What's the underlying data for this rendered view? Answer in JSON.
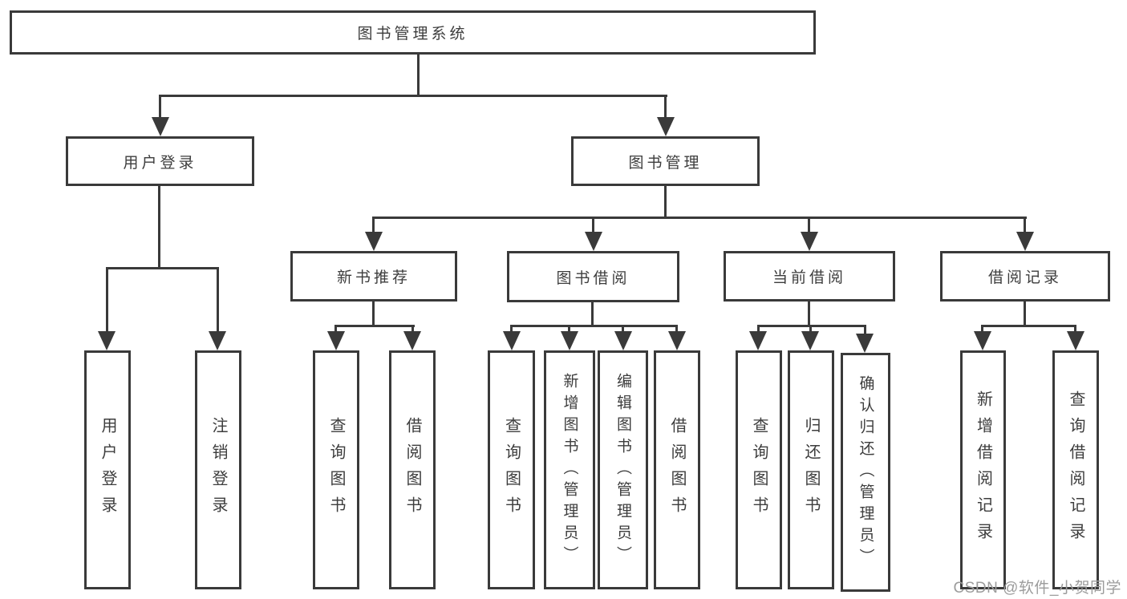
{
  "colors": {
    "line": "#3a3a3a",
    "text": "#3d3d3d",
    "watermark": "#9c9c9c",
    "background": "#ffffff"
  },
  "tree": {
    "root": "图书管理系统",
    "children": [
      {
        "label": "用户登录",
        "children": [
          "用户登录",
          "注销登录"
        ]
      },
      {
        "label": "图书管理",
        "children": [
          {
            "label": "新书推荐",
            "children": [
              "查询图书",
              "借阅图书"
            ]
          },
          {
            "label": "图书借阅",
            "children": [
              "查询图书",
              "新增图书（管理员）",
              "编辑图书（管理员）",
              "借阅图书"
            ]
          },
          {
            "label": "当前借阅",
            "children": [
              "查询图书",
              "归还图书",
              "确认归还（管理员）"
            ]
          },
          {
            "label": "借阅记录",
            "children": [
              "新增借阅记录",
              "查询借阅记录"
            ]
          }
        ]
      }
    ]
  },
  "watermark": "CSDN @软件_小贺同学"
}
